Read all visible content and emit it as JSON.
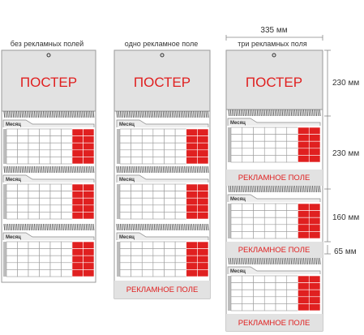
{
  "colors": {
    "poster_bg": "#e2e2e2",
    "poster_text": "#e02020",
    "weekend": "#e02020",
    "ad_bg": "#e2e2e2",
    "spiral": "#555555"
  },
  "columns": [
    {
      "label": "без рекламных полей",
      "poster": "ПОСТЕР",
      "ad_fields": 0
    },
    {
      "label": "одно рекламное поле",
      "poster": "ПОСТЕР",
      "ad_fields": 1
    },
    {
      "label": "три рекламных поля",
      "poster": "ПОСТЕР",
      "ad_fields": 3
    }
  ],
  "month_label": "Месяц",
  "ad_label": "РЕКЛАМНОЕ ПОЛЕ",
  "dimensions": {
    "width": "335 мм",
    "poster_height": "230 мм",
    "block1_height": "230 мм",
    "block2_height": "160 мм",
    "ad_height": "65 мм"
  }
}
